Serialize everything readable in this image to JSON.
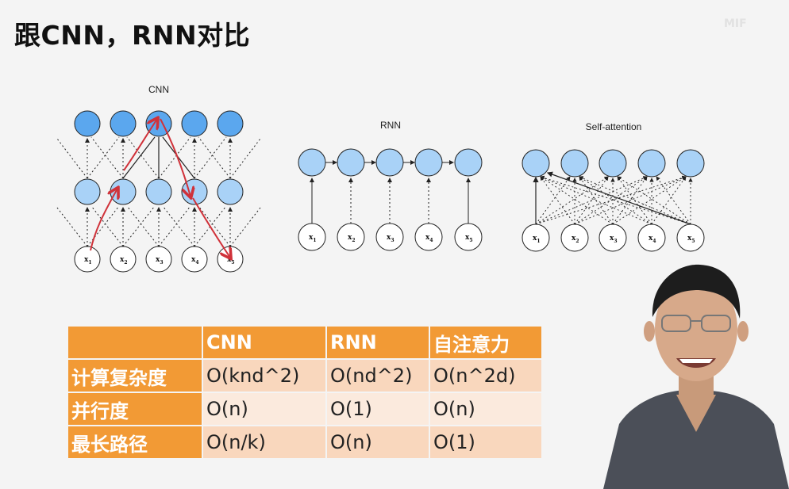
{
  "slide": {
    "title": "跟CNN，RNN对比",
    "watermark": "MIF"
  },
  "diagrams": {
    "cnn_label": "CNN",
    "rnn_label": "RNN",
    "sa_label": "Self-attention",
    "input_letter": "x",
    "input_indices": [
      "1",
      "2",
      "3",
      "4",
      "5"
    ]
  },
  "table": {
    "header": [
      "",
      "CNN",
      "RNN",
      "自注意力"
    ],
    "rows": [
      {
        "label": "计算复杂度",
        "cnn": "O(knd^2)",
        "rnn": "O(nd^2)",
        "sa": "O(n^2d)"
      },
      {
        "label": "并行度",
        "cnn": "O(n)",
        "rnn": "O(1)",
        "sa": "O(n)"
      },
      {
        "label": "最长路径",
        "cnn": "O(n/k)",
        "rnn": "O(n)",
        "sa": "O(1)"
      }
    ]
  },
  "colors": {
    "table_header": "#f29a35",
    "node_blue": "#a9d2f7",
    "node_blue_top": "#5ba7ee",
    "annotation_red": "#d0323a"
  }
}
